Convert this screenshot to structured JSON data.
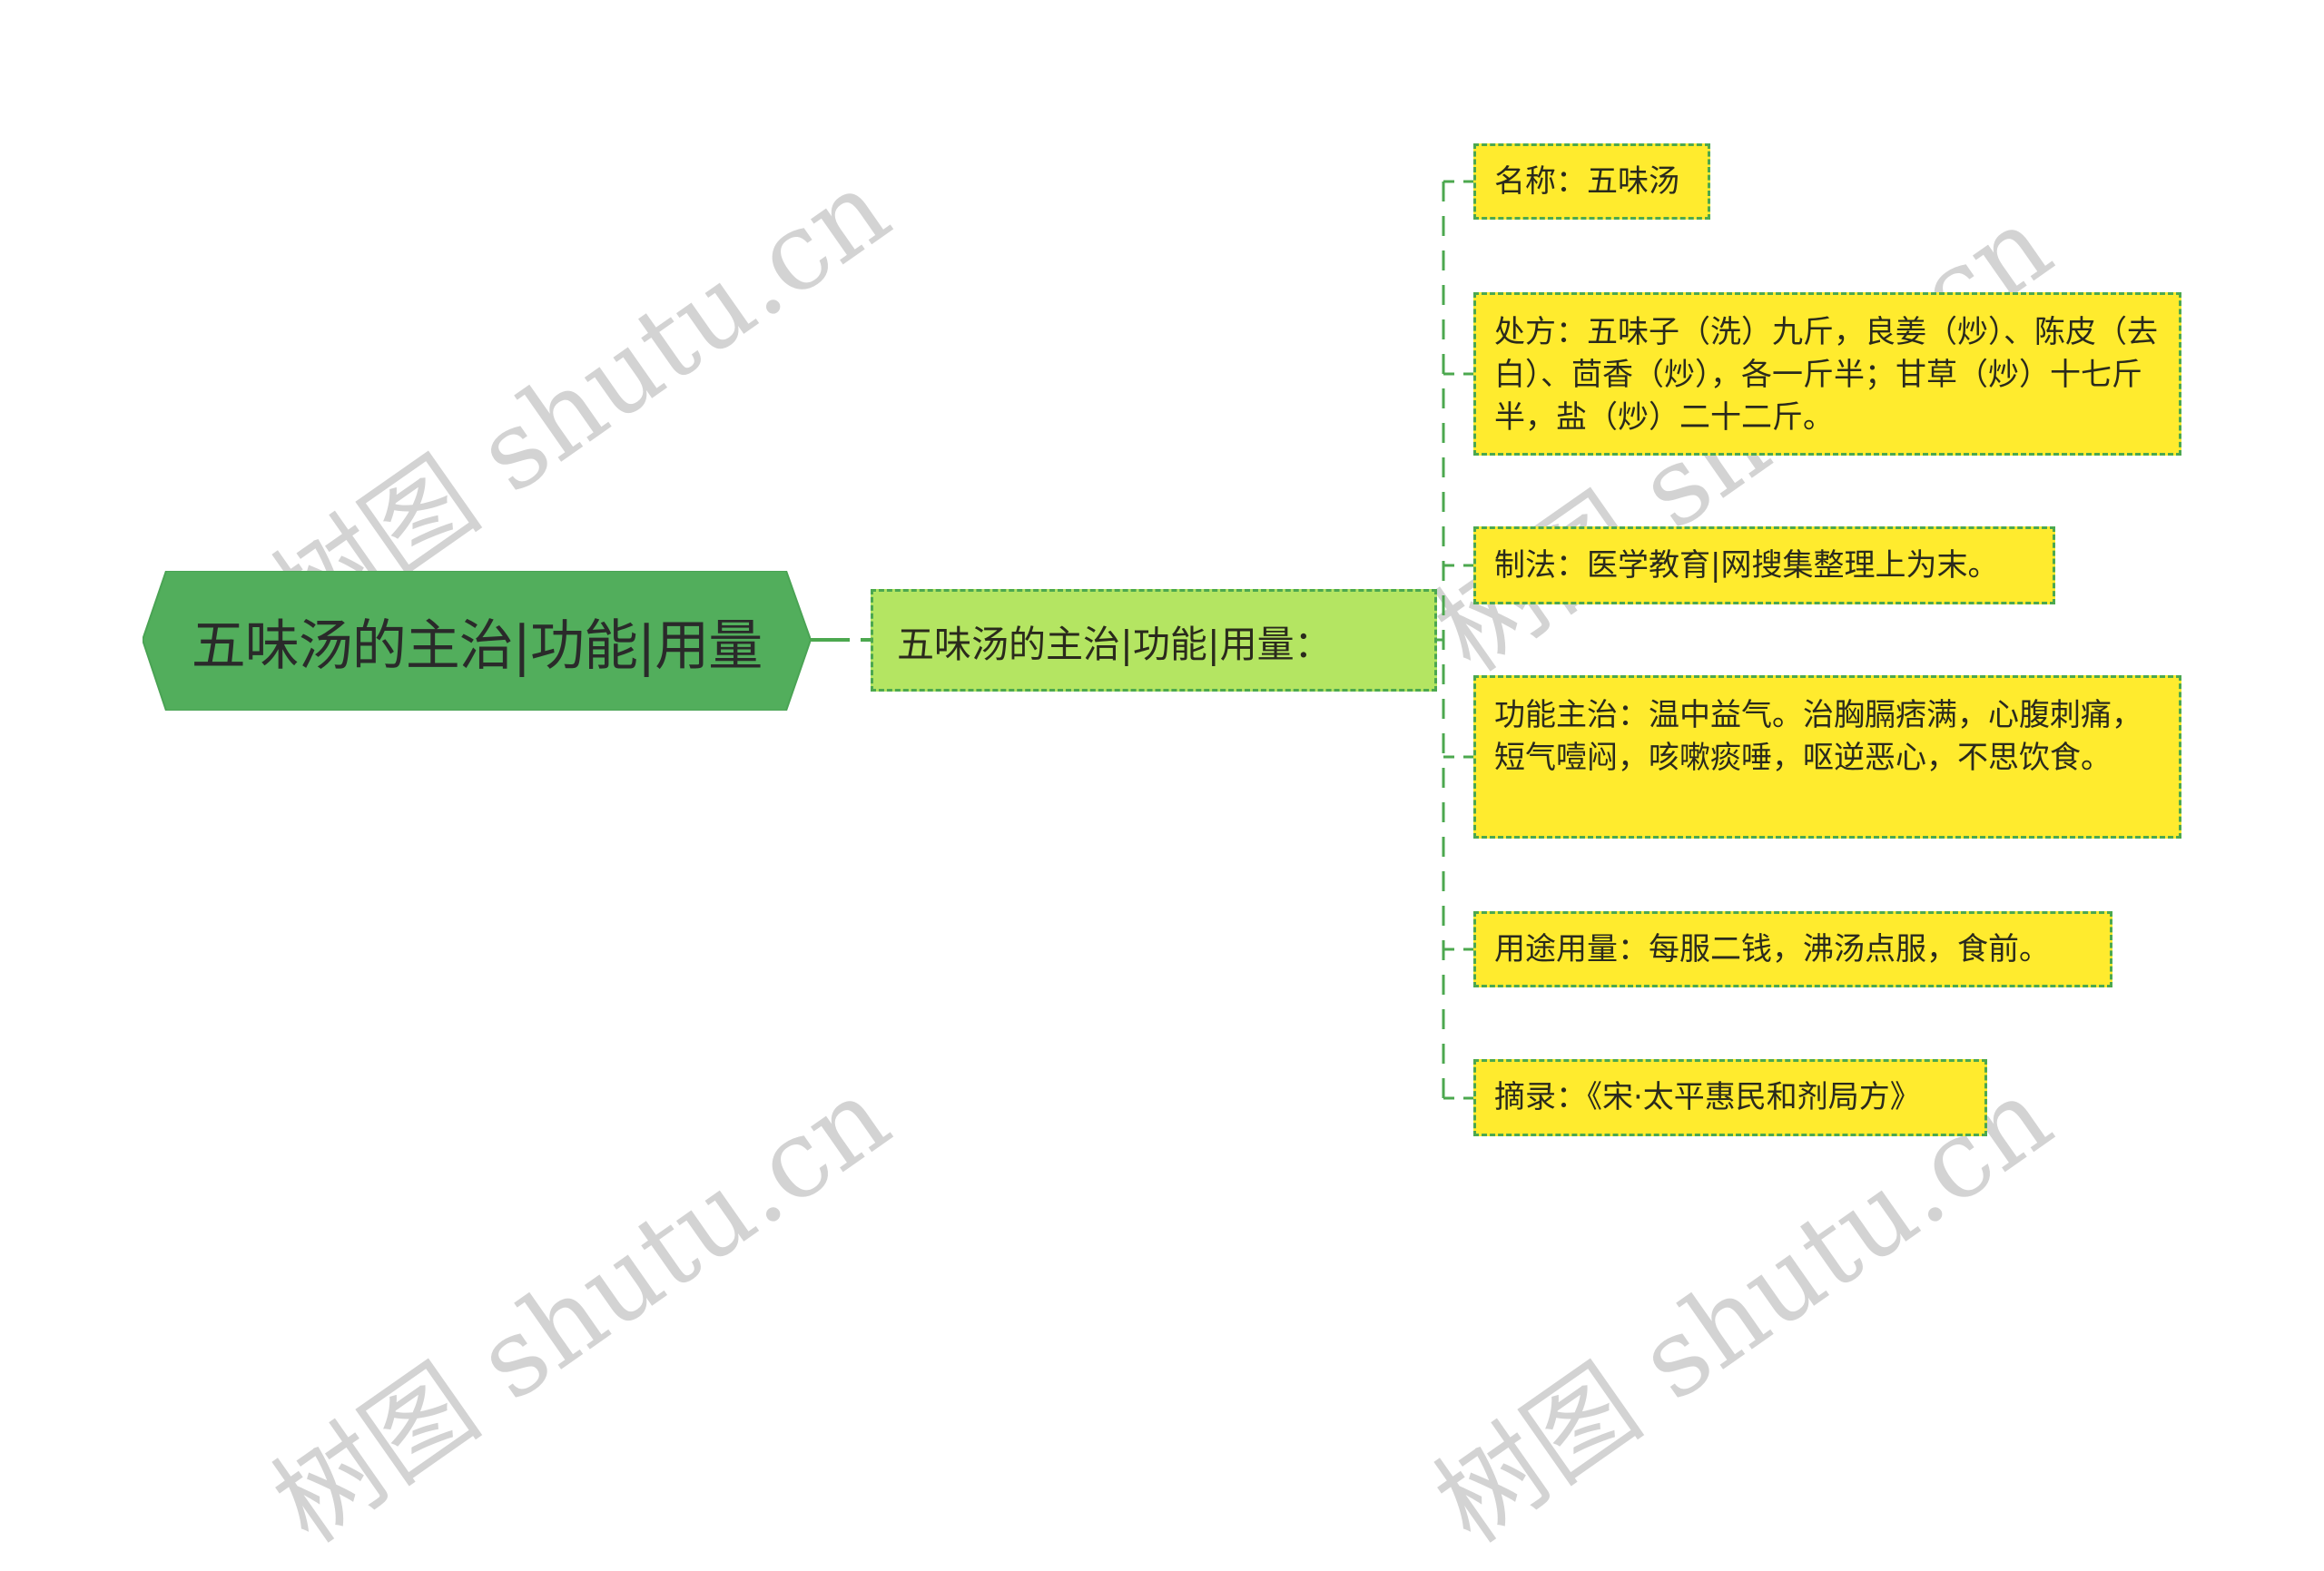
{
  "colors": {
    "root_fill": "#52ae5c",
    "mid_fill": "#b4e562",
    "child_fill": "#ffeb2e",
    "connector": "#4ca84f",
    "text": "#2a2a1c"
  },
  "root": {
    "label": "五味汤的主治|功能|用量"
  },
  "mid": {
    "label": "五味汤的主治|功能|用量："
  },
  "children": [
    {
      "label": "名称：五味汤"
    },
    {
      "label": "处方：五味子（洗）九斤，良姜（炒）、陈皮（去白）、茴香（炒），各一斤半；甘草（炒）十七斤半，盐（炒）二十二斤。"
    },
    {
      "label": "制法：医学教育|网搜集整理上为末。"
    },
    {
      "label": "功能主治：温中益气。治胸膈痞满，心腹刺痛，短气噎闷，咳嗽痰唾，呕逆恶心，不思饮食。"
    },
    {
      "label": "用途用量：每服二钱，沸汤点服，食前。"
    },
    {
      "label": "摘录：《宋·太平惠民和剂局方》"
    }
  ],
  "watermark": {
    "text": "树图 shutu.cn"
  }
}
